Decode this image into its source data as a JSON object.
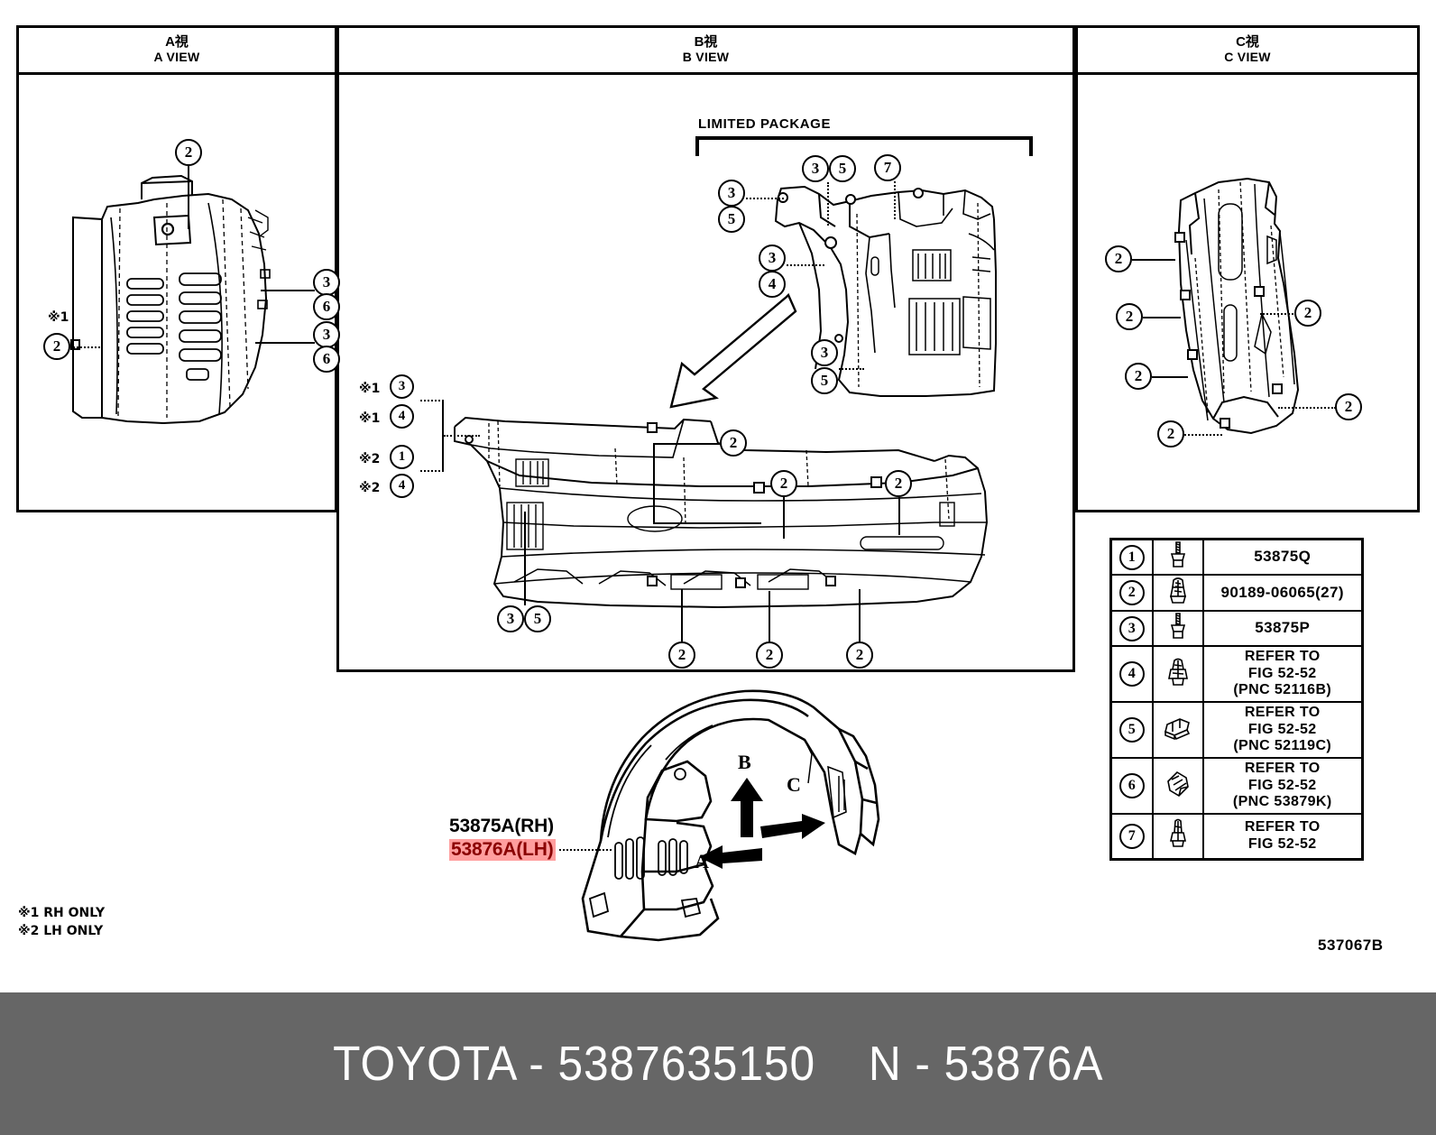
{
  "panels": [
    {
      "jp": "A視",
      "en": "A VIEW"
    },
    {
      "jp": "B視",
      "en": "B VIEW"
    },
    {
      "jp": "C視",
      "en": "C VIEW"
    }
  ],
  "b_view": {
    "limited_package_label": "LIMITED PACKAGE"
  },
  "callouts": {
    "a_view": [
      "2",
      "2",
      "3",
      "6",
      "3",
      "6"
    ],
    "b_view_upper": [
      "3",
      "5",
      "3",
      "5",
      "7",
      "3",
      "4",
      "3",
      "5"
    ],
    "b_view_lower": [
      "2",
      "2",
      "2",
      "2",
      "2",
      "2",
      "3",
      "5"
    ],
    "c_view": [
      "2",
      "2",
      "2",
      "2",
      "2",
      "2"
    ],
    "note_cluster": [
      {
        "note": "※1",
        "num": "3"
      },
      {
        "note": "※1",
        "num": "4"
      },
      {
        "note": "※2",
        "num": "1"
      },
      {
        "note": "※2",
        "num": "4"
      }
    ],
    "a_view_note": "※1"
  },
  "part_numbers": {
    "rh": "53875A(RH)",
    "lh": "53876A(LH)"
  },
  "footnotes": [
    "※1 RH ONLY",
    "※2 LH ONLY"
  ],
  "drawing_code": "537067B",
  "direction_arrows": [
    {
      "label": "A"
    },
    {
      "label": "B"
    },
    {
      "label": "C"
    }
  ],
  "legend": {
    "rows": [
      {
        "num": "1",
        "icon": "screw-grommet-icon",
        "text": "53875Q"
      },
      {
        "num": "2",
        "icon": "push-rivet-icon",
        "text": "90189-06065(27)"
      },
      {
        "num": "3",
        "icon": "screw-grommet-icon",
        "text": "53875P"
      },
      {
        "num": "4",
        "icon": "clip-icon",
        "text": "REFER TO\nFIG 52-52\n(PNC 52116B)"
      },
      {
        "num": "5",
        "icon": "bracket-clip-icon",
        "text": "REFER TO\nFIG 52-52\n(PNC 52119C)"
      },
      {
        "num": "6",
        "icon": "wing-clip-icon",
        "text": "REFER TO\nFIG 52-52\n(PNC 53879K)"
      },
      {
        "num": "7",
        "icon": "pin-clip-icon",
        "text": "REFER TO\nFIG 52-52"
      }
    ]
  },
  "banner": {
    "text": "TOYOTA - 5387635150    N - 53876A"
  },
  "colors": {
    "highlight_bg": "#FF9E9E",
    "highlight_text": "#8B0000",
    "banner_bg": "#666666",
    "banner_text": "#FFFFFF",
    "line": "#000000"
  }
}
